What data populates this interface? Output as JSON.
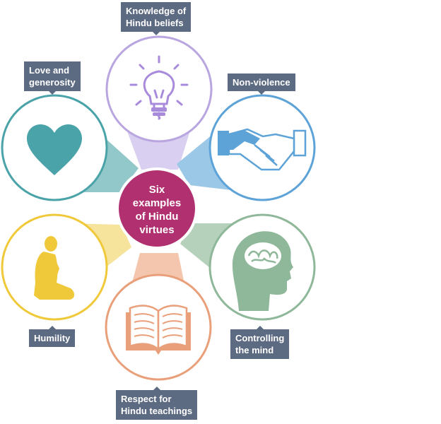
{
  "center": {
    "lines": [
      "Six",
      "examples",
      "of Hindu",
      "virtues"
    ],
    "color": "#b03070"
  },
  "virtues": [
    {
      "id": "knowledge",
      "label": "Knowledge of\nHindu beliefs",
      "color": "#b9a6e0",
      "icon": "lightbulb-icon"
    },
    {
      "id": "non-violence",
      "label": "Non-violence",
      "color": "#5da3d8",
      "icon": "handshake-icon"
    },
    {
      "id": "controlling-mind",
      "label": "Controlling\nthe mind",
      "color": "#8fb89a",
      "icon": "head-brain-icon"
    },
    {
      "id": "respect",
      "label": "Respect for\nHindu teachings",
      "color": "#e9a07a",
      "icon": "open-book-icon"
    },
    {
      "id": "humility",
      "label": "Humility",
      "color": "#f0c93a",
      "icon": "kneeling-person-icon"
    },
    {
      "id": "love",
      "label": "Love and\ngenerosity",
      "color": "#4aa3a8",
      "icon": "heart-icon"
    }
  ],
  "label_color": "#5c6a82"
}
